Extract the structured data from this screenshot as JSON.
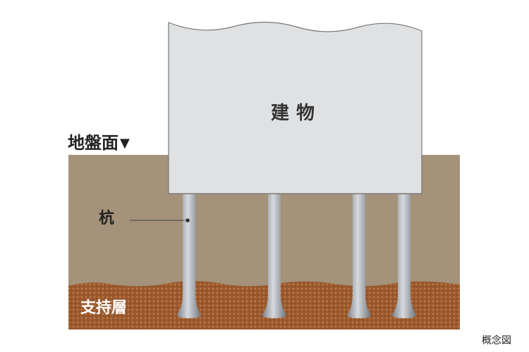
{
  "labels": {
    "ground_surface": "地盤面",
    "ground_marker_icon": "triangle-down-icon",
    "building": "建物",
    "pile": "杭",
    "bearing_layer": "支持層",
    "note": "概念図"
  },
  "colors": {
    "soil": "#a4927a",
    "bearing_layer": "#9b5a2e",
    "bearing_dots": "#c07a45",
    "building_fill": "#dfe1e3",
    "building_outline": "#777777",
    "pile_light": "#cfd3d7",
    "pile_dark": "#7d838a"
  },
  "piles": [
    {
      "name": "pile-1"
    },
    {
      "name": "pile-2"
    },
    {
      "name": "pile-3"
    },
    {
      "name": "pile-4"
    }
  ]
}
